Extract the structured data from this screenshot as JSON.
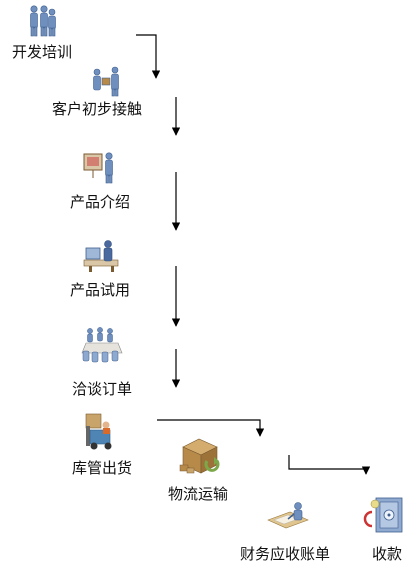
{
  "steps": [
    {
      "label": "开发培训",
      "icon": "people-group-icon"
    },
    {
      "label": "客户初步接触",
      "icon": "handshake-delivery-icon"
    },
    {
      "label": "产品介绍",
      "icon": "presenter-board-icon"
    },
    {
      "label": "产品试用",
      "icon": "computer-user-icon"
    },
    {
      "label": "洽谈订单",
      "icon": "meeting-table-icon"
    },
    {
      "label": "库管出货",
      "icon": "forklift-icon"
    },
    {
      "label": "物流运输",
      "icon": "package-box-icon"
    },
    {
      "label": "财务应收账单",
      "icon": "accounting-desk-icon"
    },
    {
      "label": "收款",
      "icon": "safe-vault-icon"
    }
  ],
  "colors": {
    "person": "#6f8fbf",
    "person_dark": "#3e5f8f",
    "line": "#000000",
    "box": "#b78a4a",
    "green": "#7da84a",
    "forklift": "#4f85b5",
    "red": "#cc3333"
  }
}
